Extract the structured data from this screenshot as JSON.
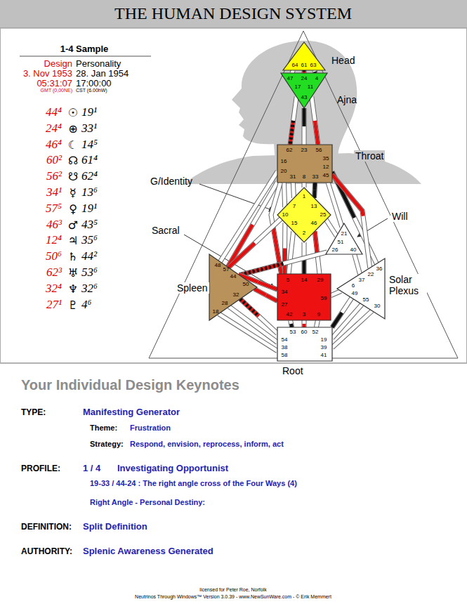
{
  "diagram": {
    "title": "THE HUMAN DESIGN SYSTEM",
    "nodes": [
      {
        "text": [
          "Head",
          "64",
          "61",
          "63"
        ]
      },
      {
        "text": [
          "Ajna",
          "47",
          "24",
          "4",
          "17",
          "11",
          "43"
        ]
      },
      {
        "text": [
          "Throat",
          "62",
          "23",
          "56",
          "16",
          "20",
          "35",
          "12",
          "45",
          "31",
          "8",
          "33"
        ]
      },
      {
        "text": [
          "G/Identity",
          "1",
          "7",
          "13",
          "10",
          "25",
          "15",
          "46",
          "2"
        ]
      },
      {
        "text": [
          "Will",
          "21",
          "51",
          "26",
          "40"
        ]
      },
      {
        "text": [
          "Spleen",
          "48",
          "57",
          "44",
          "50",
          "32",
          "28",
          "18"
        ]
      },
      {
        "text": [
          "Sacral",
          "5",
          "14",
          "29",
          "34",
          "27",
          "59",
          "42",
          "3",
          "9"
        ]
      },
      {
        "text": [
          "Solar Plexus",
          "6",
          "37",
          "22",
          "36",
          "49",
          "55",
          "30"
        ]
      },
      {
        "text": [
          "Root",
          "53",
          "60",
          "52",
          "54",
          "38",
          "58",
          "19",
          "39",
          "41"
        ]
      }
    ],
    "edges": [
      {
        "from": 0,
        "to": 1,
        "arrow": "none"
      },
      {
        "from": 0,
        "to": 1,
        "arrow": "none"
      },
      {
        "from": 0,
        "to": 1,
        "arrow": "none"
      },
      {
        "from": 1,
        "to": 2,
        "arrow": "none"
      },
      {
        "from": 1,
        "to": 2,
        "arrow": "none"
      },
      {
        "from": 1,
        "to": 2,
        "arrow": "none"
      },
      {
        "from": 2,
        "to": 3,
        "arrow": "none"
      },
      {
        "from": 2,
        "to": 3,
        "arrow": "none"
      },
      {
        "from": 2,
        "to": 3,
        "arrow": "none"
      },
      {
        "from": 2,
        "to": 3,
        "arrow": "none"
      },
      {
        "from": 2,
        "to": 5,
        "arrow": "none"
      },
      {
        "from": 2,
        "to": 5,
        "arrow": "none"
      },
      {
        "from": 2,
        "to": 6,
        "arrow": "none"
      },
      {
        "from": 2,
        "to": 4,
        "arrow": "none"
      },
      {
        "from": 2,
        "to": 7,
        "arrow": "none"
      },
      {
        "from": 2,
        "to": 7,
        "arrow": "none"
      },
      {
        "from": 3,
        "to": 6,
        "arrow": "none"
      },
      {
        "from": 3,
        "to": 6,
        "arrow": "none"
      },
      {
        "from": 3,
        "to": 6,
        "arrow": "none"
      },
      {
        "from": 3,
        "to": 4,
        "arrow": "none"
      },
      {
        "from": 3,
        "to": 5,
        "arrow": "none"
      },
      {
        "from": 3,
        "to": 6,
        "arrow": "none"
      },
      {
        "from": 4,
        "to": 5,
        "arrow": "none"
      },
      {
        "from": 4,
        "to": 7,
        "arrow": "none"
      },
      {
        "from": 5,
        "to": 6,
        "arrow": "none"
      },
      {
        "from": 5,
        "to": 6,
        "arrow": "none"
      },
      {
        "from": 5,
        "to": 8,
        "arrow": "none"
      },
      {
        "from": 5,
        "to": 8,
        "arrow": "none"
      },
      {
        "from": 5,
        "to": 8,
        "arrow": "none"
      },
      {
        "from": 6,
        "to": 7,
        "arrow": "none"
      },
      {
        "from": 6,
        "to": 8,
        "arrow": "none"
      },
      {
        "from": 6,
        "to": 8,
        "arrow": "none"
      },
      {
        "from": 6,
        "to": 8,
        "arrow": "none"
      },
      {
        "from": 7,
        "to": 8,
        "arrow": "none"
      },
      {
        "from": 7,
        "to": 8,
        "arrow": "none"
      },
      {
        "from": 7,
        "to": 8,
        "arrow": "none"
      }
    ],
    "labels": [
      "1-4 Sample",
      "Design",
      "Personality",
      "3. Nov 1953",
      "28. Jan 1954",
      "05:31:07",
      "17:00:00",
      "GMT (0,00NE)",
      "CST (6.00hW)",
      "44⁴",
      "☉",
      "19¹",
      "24⁴",
      "⊕",
      "33¹",
      "46⁴",
      "☾",
      "14⁵",
      "60²",
      "☊",
      "61⁴",
      "56²",
      "☋",
      "62⁴",
      "34¹",
      "☿",
      "13⁶",
      "57⁵",
      "♀",
      "19¹",
      "46³",
      "♂",
      "43⁵",
      "12⁴",
      "♃",
      "35⁶",
      "50⁶",
      "♄",
      "44²",
      "62³",
      "♅",
      "53⁶",
      "32⁴",
      "♆",
      "32⁶",
      "27¹",
      "♇",
      "4⁶",
      "Your Individual Design Keynotes",
      "TYPE:",
      "Manifesting Generator",
      "Theme:",
      "Frustration",
      "Strategy:",
      "Respond, envision, reprocess, inform, act",
      "PROFILE:",
      "1 / 4",
      "Investigating Opportunist",
      "19-33 / 44-24 : The right angle cross of the Four Ways (4)",
      "Right Angle - Personal Destiny:",
      "DEFINITION:",
      "Split Definition",
      "AUTHORITY:",
      "Splenic Awareness Generated",
      "licensed for Peter Roe, Norfolk",
      "Neutrinos Through Windows™ Version 3.0.39 - www.NewSunWare.com - © Erik Memmert"
    ]
  }
}
